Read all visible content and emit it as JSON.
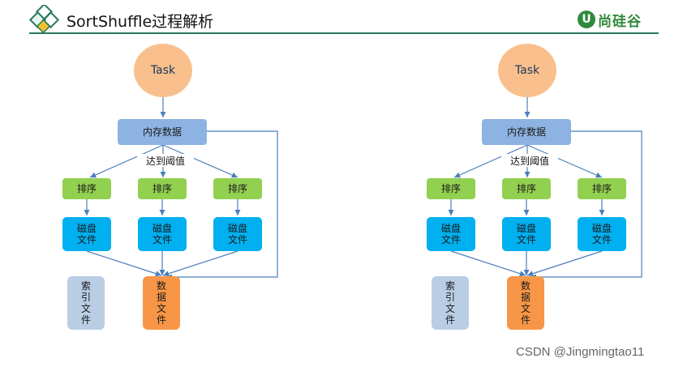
{
  "header": {
    "title": "SortShuffle过程解析",
    "brand": "尚硅谷",
    "brand_mark": "U"
  },
  "diagram": {
    "task": "Task",
    "memory": "内存数据",
    "threshold": "达到阈值",
    "sort": "排序",
    "disk": [
      "磁盘",
      "文件"
    ],
    "index": [
      "索",
      "引",
      "文",
      "件"
    ],
    "data": [
      "数",
      "据",
      "文",
      "件"
    ]
  },
  "colors": {
    "task": "#f9c08d",
    "memory": "#8db3e2",
    "sort": "#92d050",
    "disk": "#00b0f0",
    "index": "#b9cde5",
    "data": "#f79646",
    "arrow": "#4a7ebb",
    "header_line": "#2a7a59"
  },
  "watermark": "CSDN @Jingmingtao11"
}
